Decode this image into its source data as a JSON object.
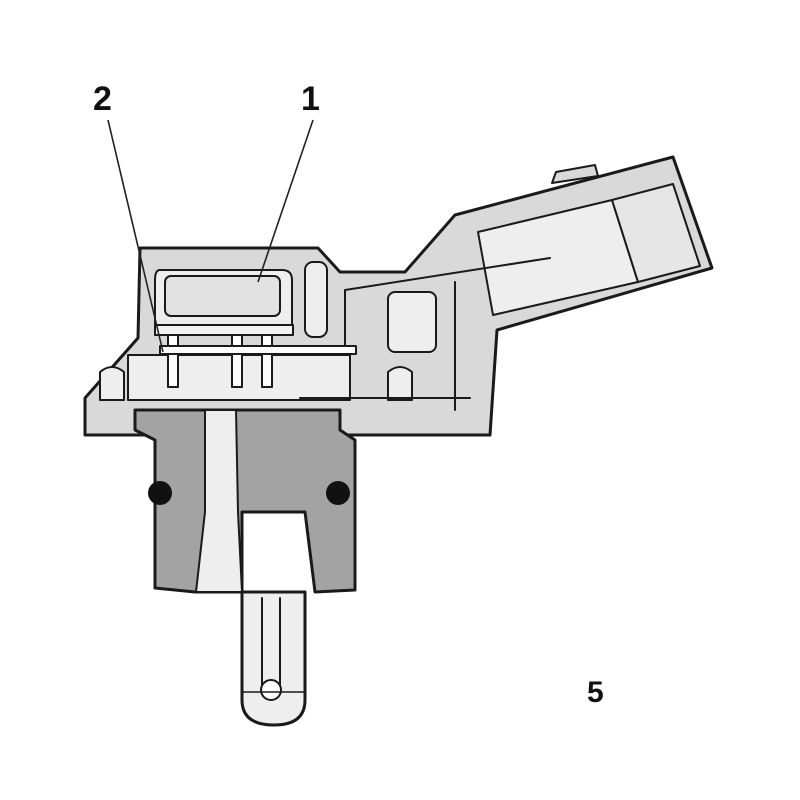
{
  "callouts": [
    {
      "id": "1",
      "label": "1"
    },
    {
      "id": "2",
      "label": "2"
    }
  ],
  "figure_number": "5",
  "colors": {
    "housing": "#d9d9d9",
    "core": "#a3a3a3",
    "outline": "#1a1a1a",
    "background": "#ffffff"
  }
}
